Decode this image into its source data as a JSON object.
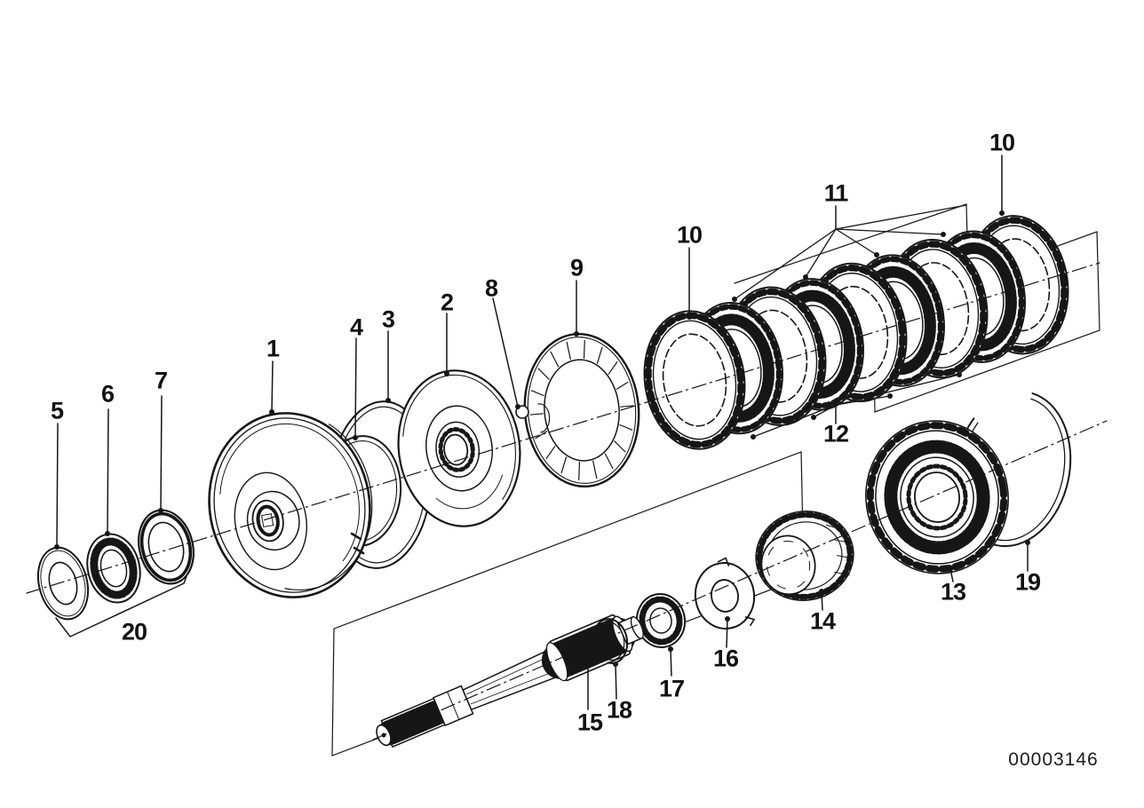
{
  "canvas": {
    "background": "#ffffff",
    "line_color": "#161616"
  },
  "callouts": [
    {
      "id": "c5",
      "label": "5"
    },
    {
      "id": "c6",
      "label": "6"
    },
    {
      "id": "c7",
      "label": "7"
    },
    {
      "id": "c1",
      "label": "1"
    },
    {
      "id": "c4",
      "label": "4"
    },
    {
      "id": "c3",
      "label": "3"
    },
    {
      "id": "c2",
      "label": "2"
    },
    {
      "id": "c8",
      "label": "8"
    },
    {
      "id": "c9",
      "label": "9"
    },
    {
      "id": "c10a",
      "label": "10"
    },
    {
      "id": "c11",
      "label": "11"
    },
    {
      "id": "c10b",
      "label": "10"
    },
    {
      "id": "c12",
      "label": "12"
    },
    {
      "id": "c13",
      "label": "13"
    },
    {
      "id": "c19",
      "label": "19"
    },
    {
      "id": "c14",
      "label": "14"
    },
    {
      "id": "c16",
      "label": "16"
    },
    {
      "id": "c17",
      "label": "17"
    },
    {
      "id": "c18",
      "label": "18"
    },
    {
      "id": "c15",
      "label": "15"
    },
    {
      "id": "c20",
      "label": "20"
    }
  ],
  "footer": {
    "diagram_number": "00003146"
  }
}
